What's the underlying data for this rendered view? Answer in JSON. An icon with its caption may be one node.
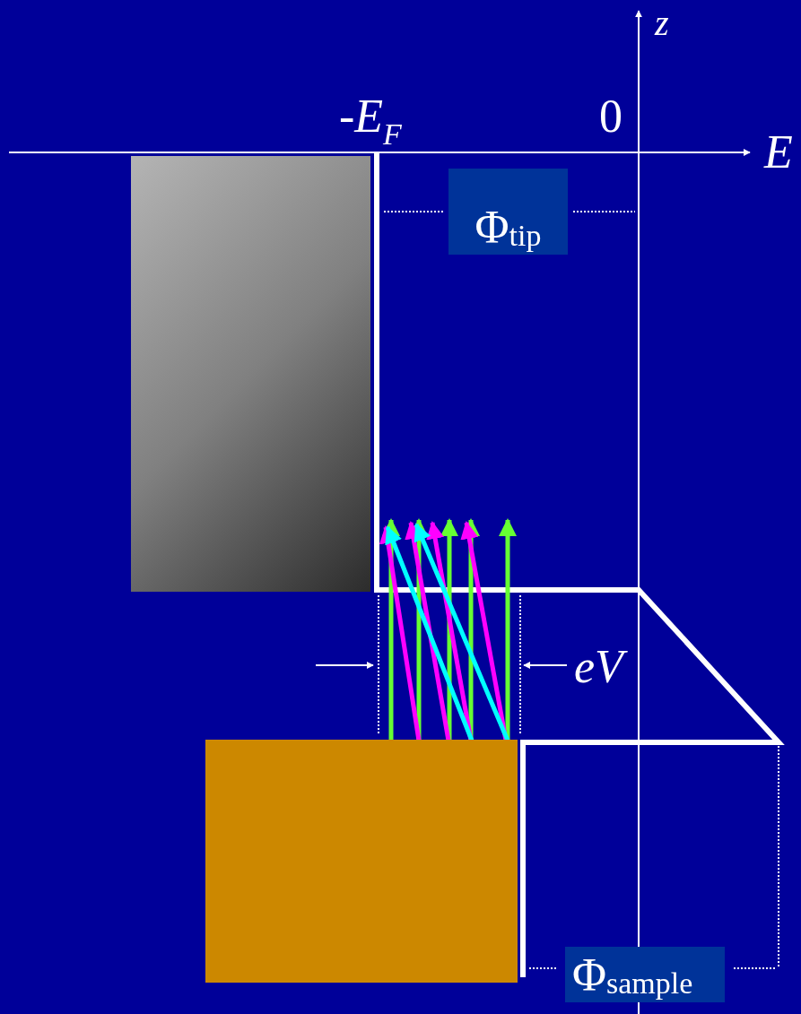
{
  "diagram": {
    "nodes": [
      {
        "text": [],
        "shape": "box"
      },
      {
        "text": [],
        "shape": "box"
      },
      {
        "text": [
          "Φ$_{tip}$"
        ]
      },
      {
        "text": [
          "Φ$_{sample}$"
        ]
      }
    ],
    "edges": [
      {
        "from": 1,
        "to": 0,
        "arrow": "to"
      },
      {
        "from": 1,
        "to": null,
        "arrow": "to"
      },
      {
        "from": 1,
        "to": null,
        "arrow": "to"
      },
      {
        "from": 1,
        "to": null,
        "arrow": "to"
      },
      {
        "from": 1,
        "to": null,
        "arrow": "to"
      },
      {
        "from": 1,
        "to": 0,
        "arrow": "to",
        "color": "#ff00ff"
      },
      {
        "from": 1,
        "to": null,
        "arrow": "to",
        "color": "#ff00ff"
      },
      {
        "from": 1,
        "to": null,
        "arrow": "to",
        "color": "#ff00ff"
      },
      {
        "from": 1,
        "to": null,
        "arrow": "to",
        "color": "#ff00ff"
      },
      {
        "from": 1,
        "to": 0,
        "arrow": "to",
        "color": "#00ffff"
      },
      {
        "from": 1,
        "to": null,
        "arrow": "to",
        "color": "#00ffff"
      }
    ],
    "labels": [
      "z",
      "-*E*$_{F}$",
      "0",
      "E",
      "eV"
    ]
  }
}
